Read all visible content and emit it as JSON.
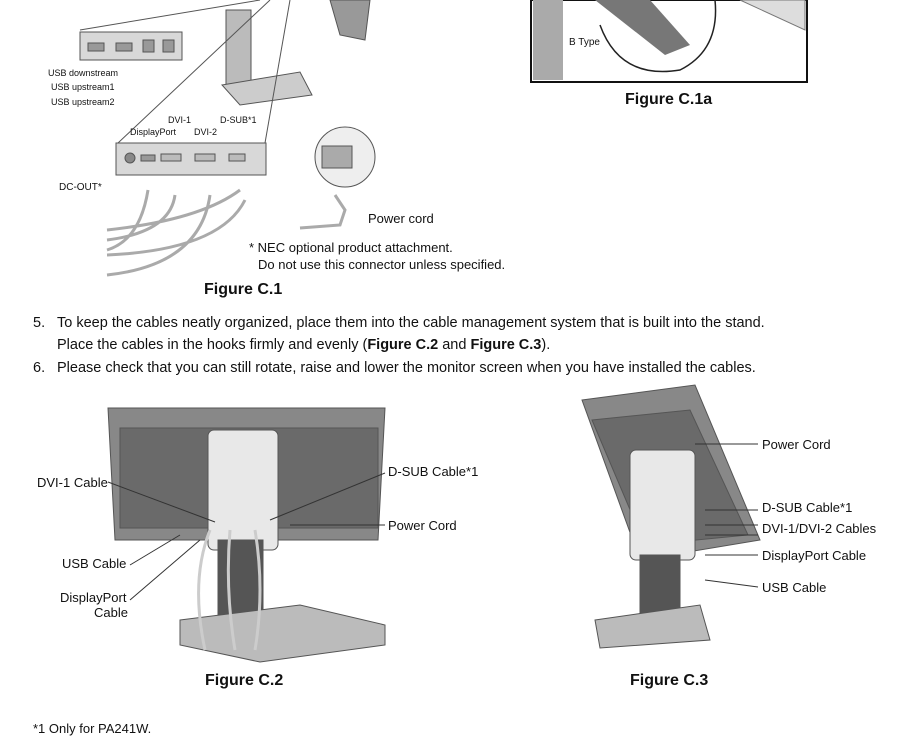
{
  "figure_c1": {
    "caption": "Figure C.1",
    "usb_labels": [
      "USB downstream",
      "USB upstream1",
      "USB upstream2"
    ],
    "port_labels": {
      "dvi1": "DVI-1",
      "displayport": "DisplayPort",
      "dvi2": "DVI-2",
      "dsub": "D-SUB*1",
      "dcout": "DC-OUT*"
    },
    "power_cord": "Power cord",
    "note_line1": "* NEC optional product attachment.",
    "note_line2": "Do not use this connector unless specified."
  },
  "figure_c1a": {
    "caption": "Figure C.1a",
    "label": "B Type"
  },
  "steps": [
    {
      "num": "5.",
      "line1": "To keep the cables neatly organized, place them into the cable management system that is built into the stand.",
      "line2_pre": "Place the cables in the hooks firmly and evenly (",
      "ref1": "Figure C.2",
      "mid": " and ",
      "ref2": "Figure C.3",
      "post": ")."
    },
    {
      "num": "6.",
      "line1": "Please check that you can still rotate, raise and lower the monitor screen when you have installed the cables."
    }
  ],
  "figure_c2": {
    "caption": "Figure C.2",
    "labels": {
      "dvi1": "DVI-1 Cable",
      "dsub": "D-SUB Cable*1",
      "power": "Power Cord",
      "usb": "USB Cable",
      "dp1": "DisplayPort",
      "dp2": "Cable"
    }
  },
  "figure_c3": {
    "caption": "Figure C.3",
    "labels": {
      "power": "Power Cord",
      "dsub": "D-SUB Cable*1",
      "dvi": "DVI-1/DVI-2 Cables",
      "dp": "DisplayPort Cable",
      "usb": "USB Cable"
    }
  },
  "footnote": "*1 Only for PA241W."
}
